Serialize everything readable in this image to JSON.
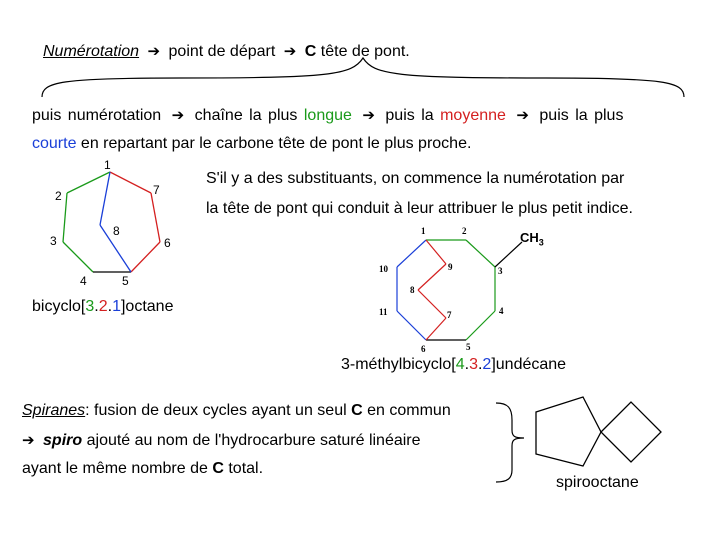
{
  "heading": {
    "term": "Numérotation",
    "arrow1": "➔",
    "part1": "point de départ",
    "arrow2": "➔",
    "c": "C",
    "part2": "tête de pont."
  },
  "rule_line1": {
    "a": "puis numérotation",
    "arrow1": "➔",
    "b": "chaîne la plus",
    "longue": "longue",
    "arrow2": "➔",
    "c": "puis la",
    "moyenne": "moyenne",
    "arrow3": "➔",
    "d": "puis la plus"
  },
  "rule_line2": {
    "courte": "courte",
    "rest": "en repartant par le carbone tête de pont le plus proche."
  },
  "substituents": {
    "line1": "S'il y a des substituants, on commence la numérotation par",
    "line2": "la tête de pont qui conduit à leur attribuer le plus petit indice."
  },
  "bicyclooctane": {
    "numbers": [
      "1",
      "2",
      "3",
      "4",
      "5",
      "6",
      "7",
      "8"
    ],
    "prefix": "bicyclo[",
    "n1": "3",
    "dot1": ".",
    "n2": "2",
    "dot2": ".",
    "n3": "1",
    "suffix": "]octane"
  },
  "methylbicycloundecane": {
    "numbers": [
      "1",
      "2",
      "3",
      "4",
      "5",
      "6",
      "7",
      "8",
      "9",
      "10",
      "11"
    ],
    "ch3": "CH",
    "ch3_sub": "3",
    "prefix": "3-méthylbicyclo[",
    "n1": "4",
    "dot1": ".",
    "n2": "3",
    "dot2": ".",
    "n3": "2",
    "suffix": "]undécane"
  },
  "spiranes": {
    "term": "Spiranes",
    "line1_rest": ": fusion de deux cycles ayant un seul",
    "c1": "C",
    "line1_end": "en commun",
    "arrow": "➔",
    "spiro": "spiro",
    "line2_rest": "ajouté au nom de l'hydrocarbure saturé linéaire",
    "line3_a": "ayant le même nombre de",
    "c2": "C",
    "line3_b": "total.",
    "label": "spirooctane"
  },
  "colors": {
    "green": "#1a9a1a",
    "red": "#d42020",
    "blue": "#1a3fd8"
  }
}
